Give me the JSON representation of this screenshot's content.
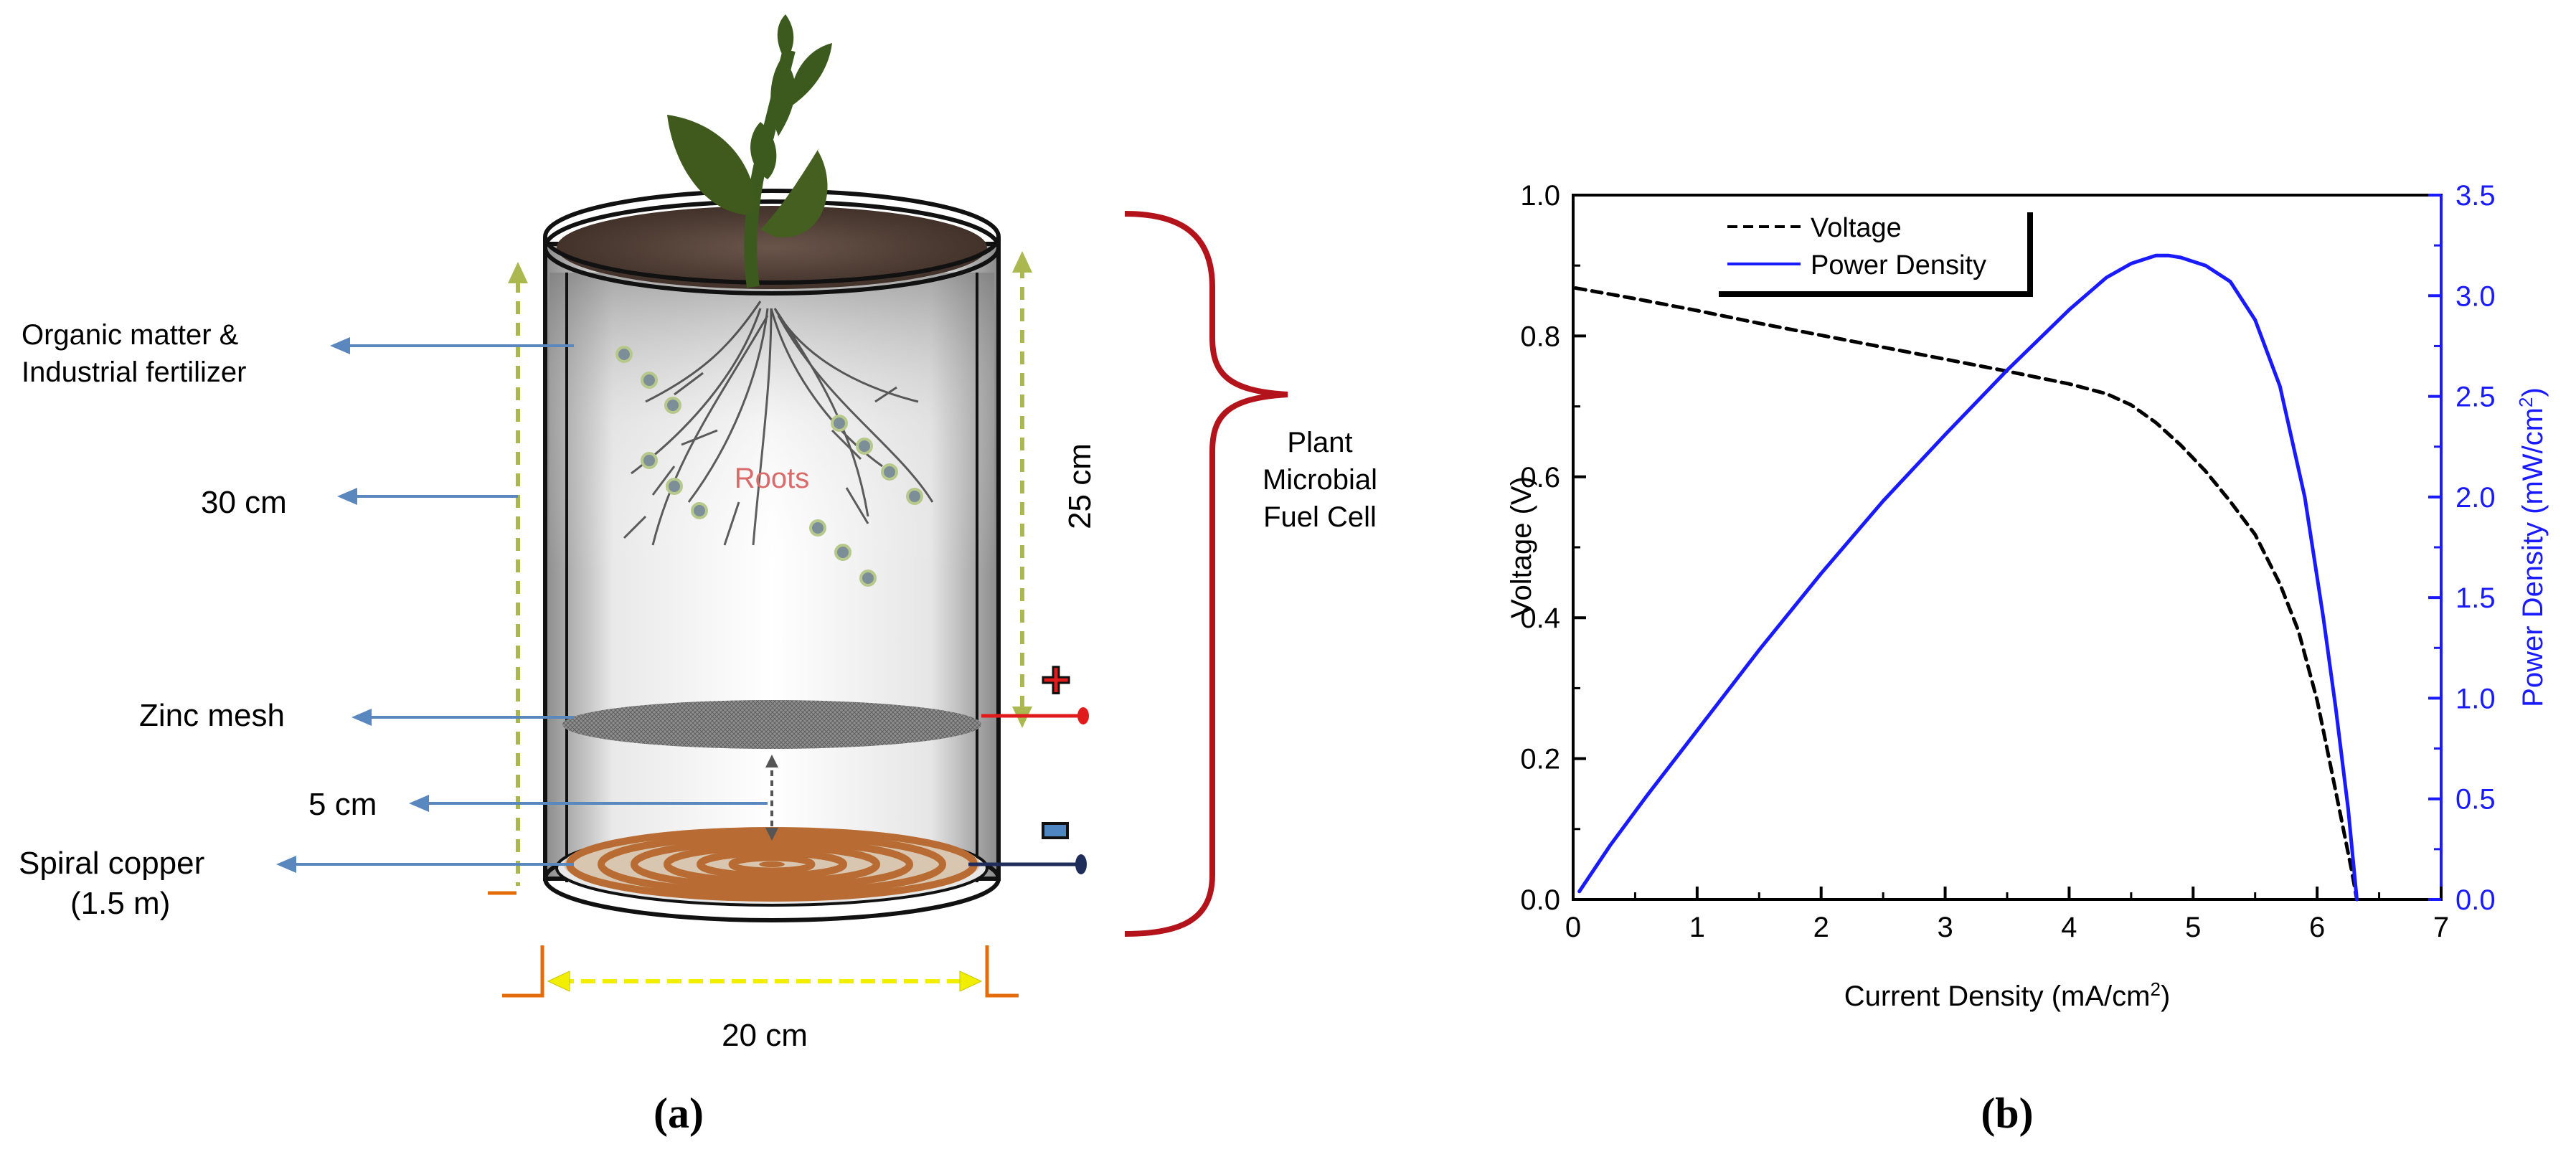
{
  "panel_a": {
    "caption": "(a)",
    "labels": {
      "organic_line1": "Organic matter &",
      "organic_line2": "Industrial fertilizer",
      "height_30": "30 cm",
      "roots": "Roots",
      "height_25": "25 cm",
      "pmfc_line1": "Plant",
      "pmfc_line2": "Microbial",
      "pmfc_line3": "Fuel Cell",
      "zinc": "Zinc mesh",
      "gap_5": "5 cm",
      "copper_line1": "Spiral copper",
      "copper_line2": "(1.5 m)",
      "width_20": "20 cm",
      "plus": "+",
      "minus": "−"
    },
    "colors": {
      "soil": "#4a3a32",
      "leaf": "#3d5a1e",
      "copper": "#b86b32",
      "positive_wire": "#e11b1b",
      "negative_wire": "#1f2d5a",
      "brace": "#b3141b",
      "arrow": "#5b87bf",
      "dimension": "#c9d96a",
      "width_arrow": "#f2ee00"
    }
  },
  "panel_b": {
    "caption": "(b)",
    "chart_data": {
      "type": "line",
      "xlabel": "Current Density (mA/cm²)",
      "ylabel": "Voltage (V)",
      "y2label": "Power Density (mW/cm²)",
      "xlim": [
        0,
        7
      ],
      "ylim": [
        0,
        1.0
      ],
      "y2lim": [
        0,
        3.5
      ],
      "xticks": [
        "0",
        "1",
        "2",
        "3",
        "4",
        "5",
        "6",
        "7"
      ],
      "yticks": [
        "0.0",
        "0.2",
        "0.4",
        "0.6",
        "0.8",
        "1.0"
      ],
      "y2ticks": [
        "0.0",
        "0.5",
        "1.0",
        "1.5",
        "2.0",
        "2.5",
        "3.0",
        "3.5"
      ],
      "legend_position": "top-left",
      "series": [
        {
          "name": "Voltage",
          "axis": "left",
          "color": "#000000",
          "style": "dashed",
          "x": [
            0.02,
            0.5,
            1.0,
            1.5,
            2.0,
            2.5,
            3.0,
            3.5,
            4.0,
            4.3,
            4.5,
            4.7,
            4.9,
            5.1,
            5.3,
            5.5,
            5.7,
            5.85,
            6.0,
            6.1,
            6.2,
            6.28,
            6.32
          ],
          "y": [
            0.868,
            0.853,
            0.836,
            0.818,
            0.801,
            0.784,
            0.767,
            0.75,
            0.732,
            0.718,
            0.702,
            0.677,
            0.645,
            0.608,
            0.565,
            0.518,
            0.448,
            0.381,
            0.283,
            0.197,
            0.11,
            0.04,
            0.0
          ]
        },
        {
          "name": "Power Density",
          "axis": "right",
          "color": "#1a1aff",
          "style": "solid",
          "x": [
            0.05,
            0.3,
            0.6,
            1.0,
            1.5,
            2.0,
            2.5,
            3.0,
            3.5,
            4.0,
            4.3,
            4.5,
            4.7,
            4.8,
            4.9,
            5.1,
            5.3,
            5.5,
            5.7,
            5.9,
            6.05,
            6.15,
            6.25,
            6.32
          ],
          "y": [
            0.04,
            0.27,
            0.52,
            0.84,
            1.24,
            1.62,
            1.98,
            2.31,
            2.63,
            2.93,
            3.09,
            3.16,
            3.2,
            3.2,
            3.19,
            3.15,
            3.07,
            2.88,
            2.55,
            2.0,
            1.4,
            0.95,
            0.45,
            0.0
          ]
        }
      ]
    }
  }
}
